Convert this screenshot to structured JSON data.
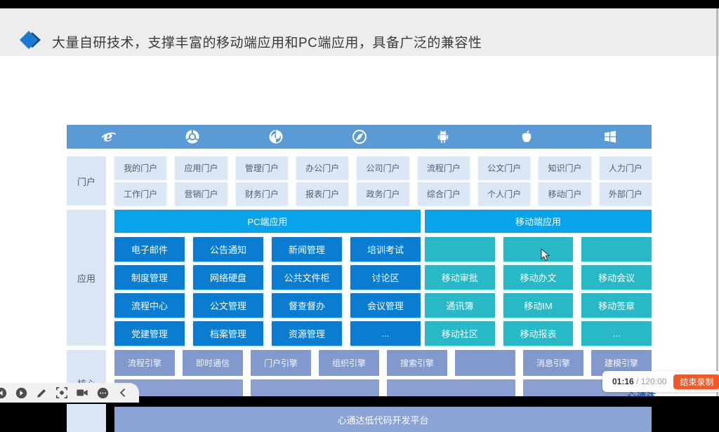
{
  "title": {
    "text": "大量自研技术，支撑丰富的移动端应用和PC端应用，具备广泛的兼容性"
  },
  "sections": {
    "portal": {
      "label": "门户",
      "rows": [
        [
          "我的门户",
          "应用门户",
          "管理门户",
          "办公门户",
          "公司门户",
          "流程门户",
          "公文门户",
          "知识门户",
          "人力门户"
        ],
        [
          "工作门户",
          "营销门户",
          "财务门户",
          "报表门户",
          "政务门户",
          "综合门户",
          "个人门户",
          "移动门户",
          "外部门户"
        ]
      ]
    },
    "apps": {
      "label": "应用",
      "pc": {
        "header": "PC端应用",
        "rows": [
          [
            "电子邮件",
            "公告通知",
            "新闻管理",
            "培训考试"
          ],
          [
            "制度管理",
            "网络硬盘",
            "公共文件柜",
            "讨论区"
          ],
          [
            "流程中心",
            "公文管理",
            "督查督办",
            "会议管理"
          ],
          [
            "党建管理",
            "档案管理",
            "资源管理",
            "..."
          ]
        ]
      },
      "mobile": {
        "header": "移动端应用",
        "rows": [
          [
            "",
            "",
            ""
          ],
          [
            "移动审批",
            "移动办文",
            "移动会议"
          ],
          [
            "通讯簿",
            "移动IM",
            "移动签章"
          ],
          [
            "移动社区",
            "移动报表",
            "..."
          ]
        ]
      }
    },
    "core": {
      "label": "核心技术",
      "row1": [
        "流程引擎",
        "即时通信",
        "门户引擎",
        "组织引擎",
        "搜索引擎",
        "",
        "消息引擎",
        "建模引擎"
      ],
      "platform_bar": "心通达低代码开发平台"
    }
  },
  "platform_icons": [
    "internet-explorer",
    "chrome",
    "firefox",
    "safari",
    "android",
    "apple",
    "windows"
  ],
  "recorder": {
    "elapsed": "01:16",
    "separator": " / ",
    "total": "120:00",
    "stop_label": "结束录制"
  },
  "watermark": {
    "text": "心通达"
  },
  "colors": {
    "bar_blue": "#5b9bd5",
    "header_blue": "#09a3ea",
    "pc_cell": "#0b7dd1",
    "mobile_cell": "#29b9c6",
    "core_cell": "#8199cd",
    "portal_cell": "#dce7f5",
    "label_cell": "#dbe6f4",
    "stop_button": "#f05a2b"
  }
}
